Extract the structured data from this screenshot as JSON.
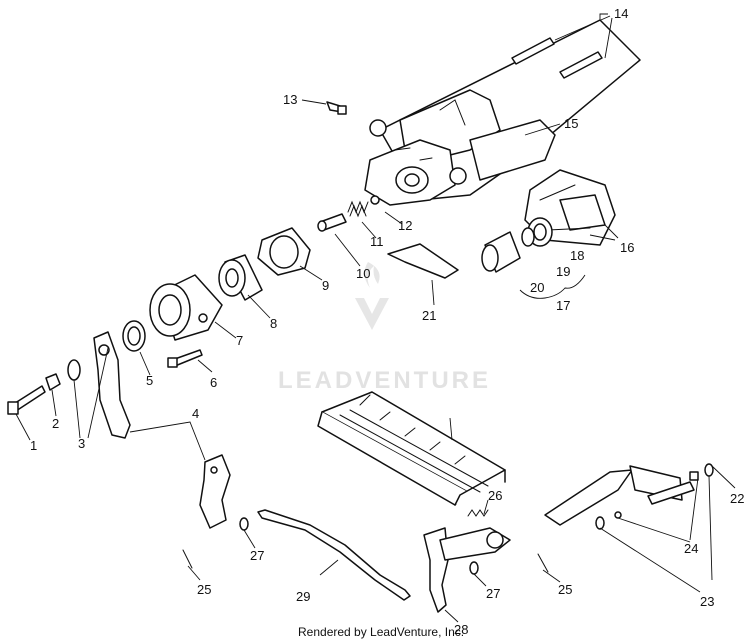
{
  "watermark": {
    "brand": "LEADVENTURE"
  },
  "footer": {
    "credit": "Rendered by LeadVenture, Inc."
  },
  "callouts": [
    "1",
    "2",
    "3",
    "4",
    "5",
    "6",
    "7",
    "8",
    "9",
    "10",
    "11",
    "12",
    "13",
    "14",
    "15",
    "16",
    "17",
    "18",
    "19",
    "20",
    "21",
    "22",
    "23",
    "24",
    "25",
    "25",
    "26",
    "27",
    "27",
    "28",
    "29"
  ]
}
